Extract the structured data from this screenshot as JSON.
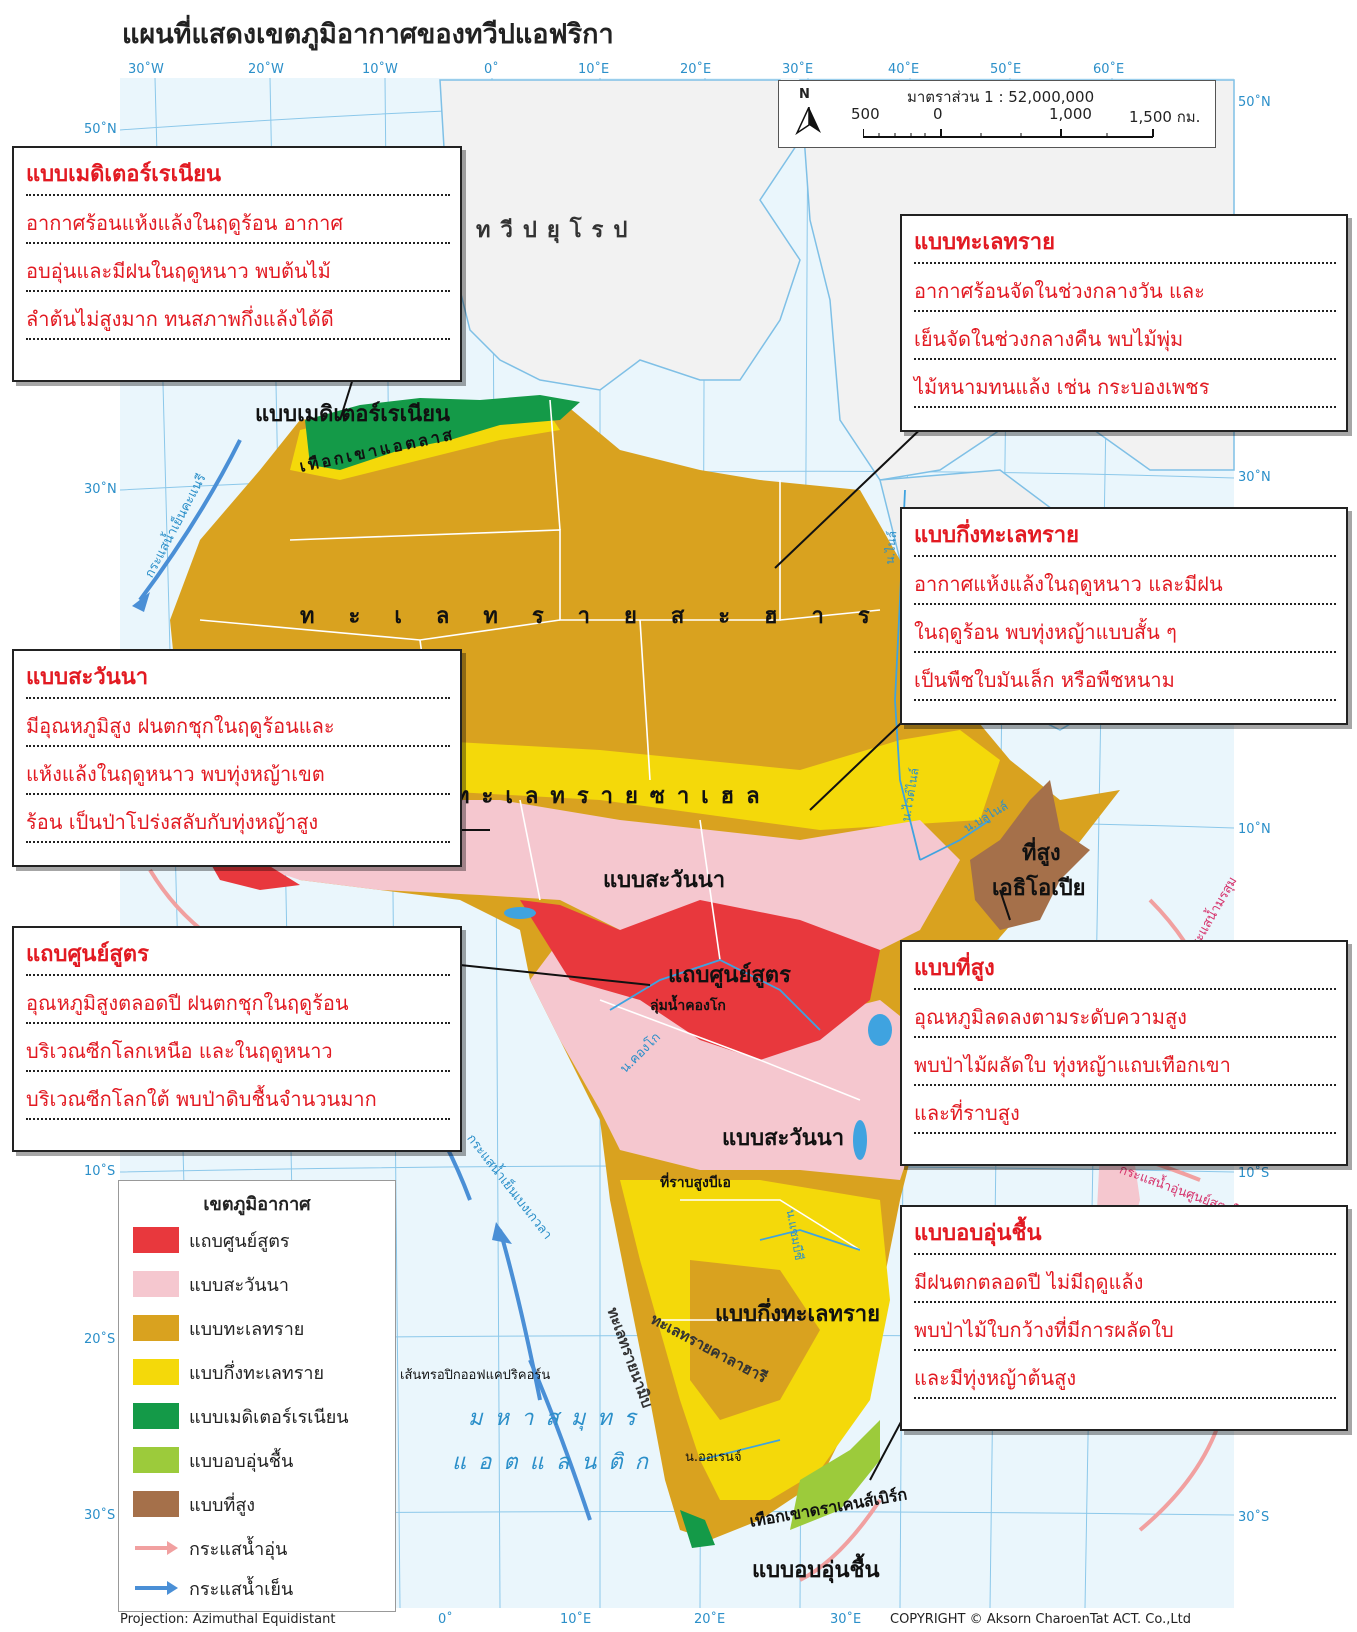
{
  "title": "แผนที่แสดงเขตภูมิอากาศของทวีปแอฟริกา",
  "grid": {
    "top_longitudes": [
      "30˚W",
      "20˚W",
      "10˚W",
      "0˚",
      "10˚E",
      "20˚E",
      "30˚E",
      "40˚E",
      "50˚E",
      "60˚E"
    ],
    "bottom_longitudes": [
      "0˚",
      "10˚E",
      "20˚E",
      "30˚E"
    ],
    "left_latitudes": [
      "50˚N",
      "30˚N",
      "10˚S",
      "20˚S",
      "30˚S"
    ],
    "right_latitudes": [
      "50˚N",
      "30˚N",
      "10˚N",
      "10˚S",
      "30˚S"
    ]
  },
  "scale": {
    "north": "N",
    "ratio": "มาตราส่วน 1 : 52,000,000",
    "ticks": [
      "500",
      "0",
      "1,000",
      "1,500 กม."
    ]
  },
  "places": {
    "europe": "ทวีปยุโรป",
    "sahara": "ทะเลทรายสะฮารา",
    "sahel": "ทะเลทรายซาเฮล",
    "atlas": "เทือกเขาแอตลาส",
    "med_label": "แบบเมดิเตอร์เรเนียน",
    "savanna1": "แบบสะวันนา",
    "savanna2": "แบบสะวันนา",
    "equatorial": "แถบศูนย์สูตร",
    "congo": "ลุ่มน้ำคองโก",
    "ethiopia1": "ที่สูง",
    "ethiopia2": "เอธิโอเปีย",
    "bie": "ที่ราบสูงบีเอ",
    "kalahari": "ทะเลทรายคาลาฮารี",
    "namib": "ทะเลทรายนามิบ",
    "semidesert": "แบบกึ่งทะเลทราย",
    "tropic": "เส้นทรอปิกออฟแคปริคอร์น",
    "ocean1": "มหาสมุทร",
    "ocean2": "แอตแลนติก",
    "drakensberg": "เทือกเขาดราเคนส์เบิร์ก",
    "humid": "แบบอบอุ่นชื้น",
    "orange": "น.ออเรนจ์",
    "canary": "กระแสน้ำเย็นคะแนรี",
    "benguela": "กระแสน้ำเย็นเบงเกวลา",
    "congo_river": "น.คองโก",
    "nile": "น.ไนล์",
    "white_nile": "น.ไวต์ไนล์",
    "blue_nile": "น.บลูไนล์",
    "zambezi": "น.แซมบีซี",
    "eq_current": "กระแสน้ำอุ่นศูนย์สูตรใต้",
    "monsoon": "กระแสน้ำมรสุม"
  },
  "callouts": {
    "med": {
      "title": "แบบเมดิเตอร์เรเนียน",
      "lines": [
        "อากาศร้อนแห้งแล้งในฤดูร้อน อากาศ",
        "อบอุ่นและมีฝนในฤดูหนาว  พบต้นไม้",
        "ลำต้นไม่สูงมาก ทนสภาพกึ่งแล้งได้ดี"
      ]
    },
    "desert": {
      "title": "แบบทะเลทราย",
      "lines": [
        "อากาศร้อนจัดในช่วงกลางวัน และ",
        "เย็นจัดในช่วงกลางคืน พบไม้พุ่ม",
        "ไม้หนามทนแล้ง เช่น กระบองเพชร"
      ]
    },
    "semi": {
      "title": "แบบกึ่งทะเลทราย",
      "lines": [
        "อากาศแห้งแล้งในฤดูหนาว และมีฝน",
        "ในฤดูร้อน พบทุ่งหญ้าแบบสั้น ๆ",
        "เป็นพืชใบมันเล็ก หรือพืชหนาม"
      ]
    },
    "savanna": {
      "title": "แบบสะวันนา",
      "lines": [
        "มีอุณหภูมิสูง ฝนตกชุกในฤดูร้อนและ",
        "แห้งแล้งในฤดูหนาว พบทุ่งหญ้าเขต",
        "ร้อน เป็นป่าโปร่งสลับกับทุ่งหญ้าสูง"
      ]
    },
    "equatorial": {
      "title": "แถบศูนย์สูตร",
      "lines": [
        "อุณหภูมิสูงตลอดปี ฝนตกชุกในฤดูร้อน",
        "บริเวณซีกโลกเหนือ และในฤดูหนาว",
        "บริเวณซีกโลกใต้ พบป่าดิบชื้นจำนวนมาก"
      ]
    },
    "highland": {
      "title": "แบบที่สูง",
      "lines": [
        "อุณหภูมิลดลงตามระดับความสูง",
        "พบป่าไม้ผลัดใบ ทุ่งหญ้าแถบเทือกเขา",
        "และที่ราบสูง"
      ]
    },
    "humid": {
      "title": "แบบอบอุ่นชื้น",
      "lines": [
        "มีฝนตกตลอดปี ไม่มีฤดูแล้ง",
        "พบป่าไม้ใบกว้างที่มีการผลัดใบ",
        "และมีทุ่งหญ้าต้นสูง"
      ]
    }
  },
  "legend": {
    "title": "เขตภูมิอากาศ",
    "items": [
      {
        "label": "แถบศูนย์สูตร",
        "color": "#e8383d"
      },
      {
        "label": "แบบสะวันนา",
        "color": "#f5c7cf"
      },
      {
        "label": "แบบทะเลทราย",
        "color": "#d9a21f"
      },
      {
        "label": "แบบกึ่งทะเลทราย",
        "color": "#f4d90a"
      },
      {
        "label": "แบบเมดิเตอร์เรเนียน",
        "color": "#149a48"
      },
      {
        "label": "แบบอบอุ่นชื้น",
        "color": "#9ccb3b"
      },
      {
        "label": "แบบที่สูง",
        "color": "#a5704a"
      }
    ],
    "warm_label": "กระแสน้ำอุ่น",
    "cold_label": "กระแสน้ำเย็น",
    "warm_color": "#f1a0a0",
    "cold_color": "#4a8fd6"
  },
  "footer": {
    "projection": "Projection: Azimuthal Equidistant",
    "copyright": "COPYRIGHT © Aksorn CharoenTat ACT. Co.,Ltd"
  }
}
